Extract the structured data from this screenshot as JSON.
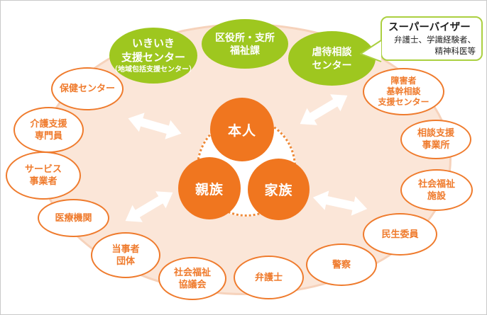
{
  "colors": {
    "orange": "#f0761f",
    "orange_line": "#ef7b2d",
    "green": "#9ec71f",
    "green_border": "#abd040",
    "peach_fill": "#fbe6d8",
    "peach_line": "#f6d2bb",
    "dot_color": "#ef8a38",
    "ink": "#222222"
  },
  "center": {
    "person": "本人",
    "relatives": "親族",
    "family": "家族"
  },
  "green_nodes": [
    {
      "label": "いきいき\n支援センター",
      "sub": "（地域包括支援センター）"
    },
    {
      "label": "区役所・支所\n福祉課"
    },
    {
      "label": "虐待相談\nセンター"
    }
  ],
  "white_nodes": [
    {
      "label": "保健センター"
    },
    {
      "label": "介護支援\n専門員"
    },
    {
      "label": "サービス\n事業者"
    },
    {
      "label": "医療機関"
    },
    {
      "label": "当事者\n団体"
    },
    {
      "label": "社会福祉\n協議会"
    },
    {
      "label": "弁護士"
    },
    {
      "label": "警察"
    },
    {
      "label": "民生委員"
    },
    {
      "label": "社会福祉\n施設"
    },
    {
      "label": "相談支援\n事業所"
    },
    {
      "label": "障害者\n基幹相談\n支援センター"
    }
  ],
  "callout": {
    "title": "スーパーバイザー",
    "body": "弁護士、学識経験者、\n精神科医等"
  }
}
